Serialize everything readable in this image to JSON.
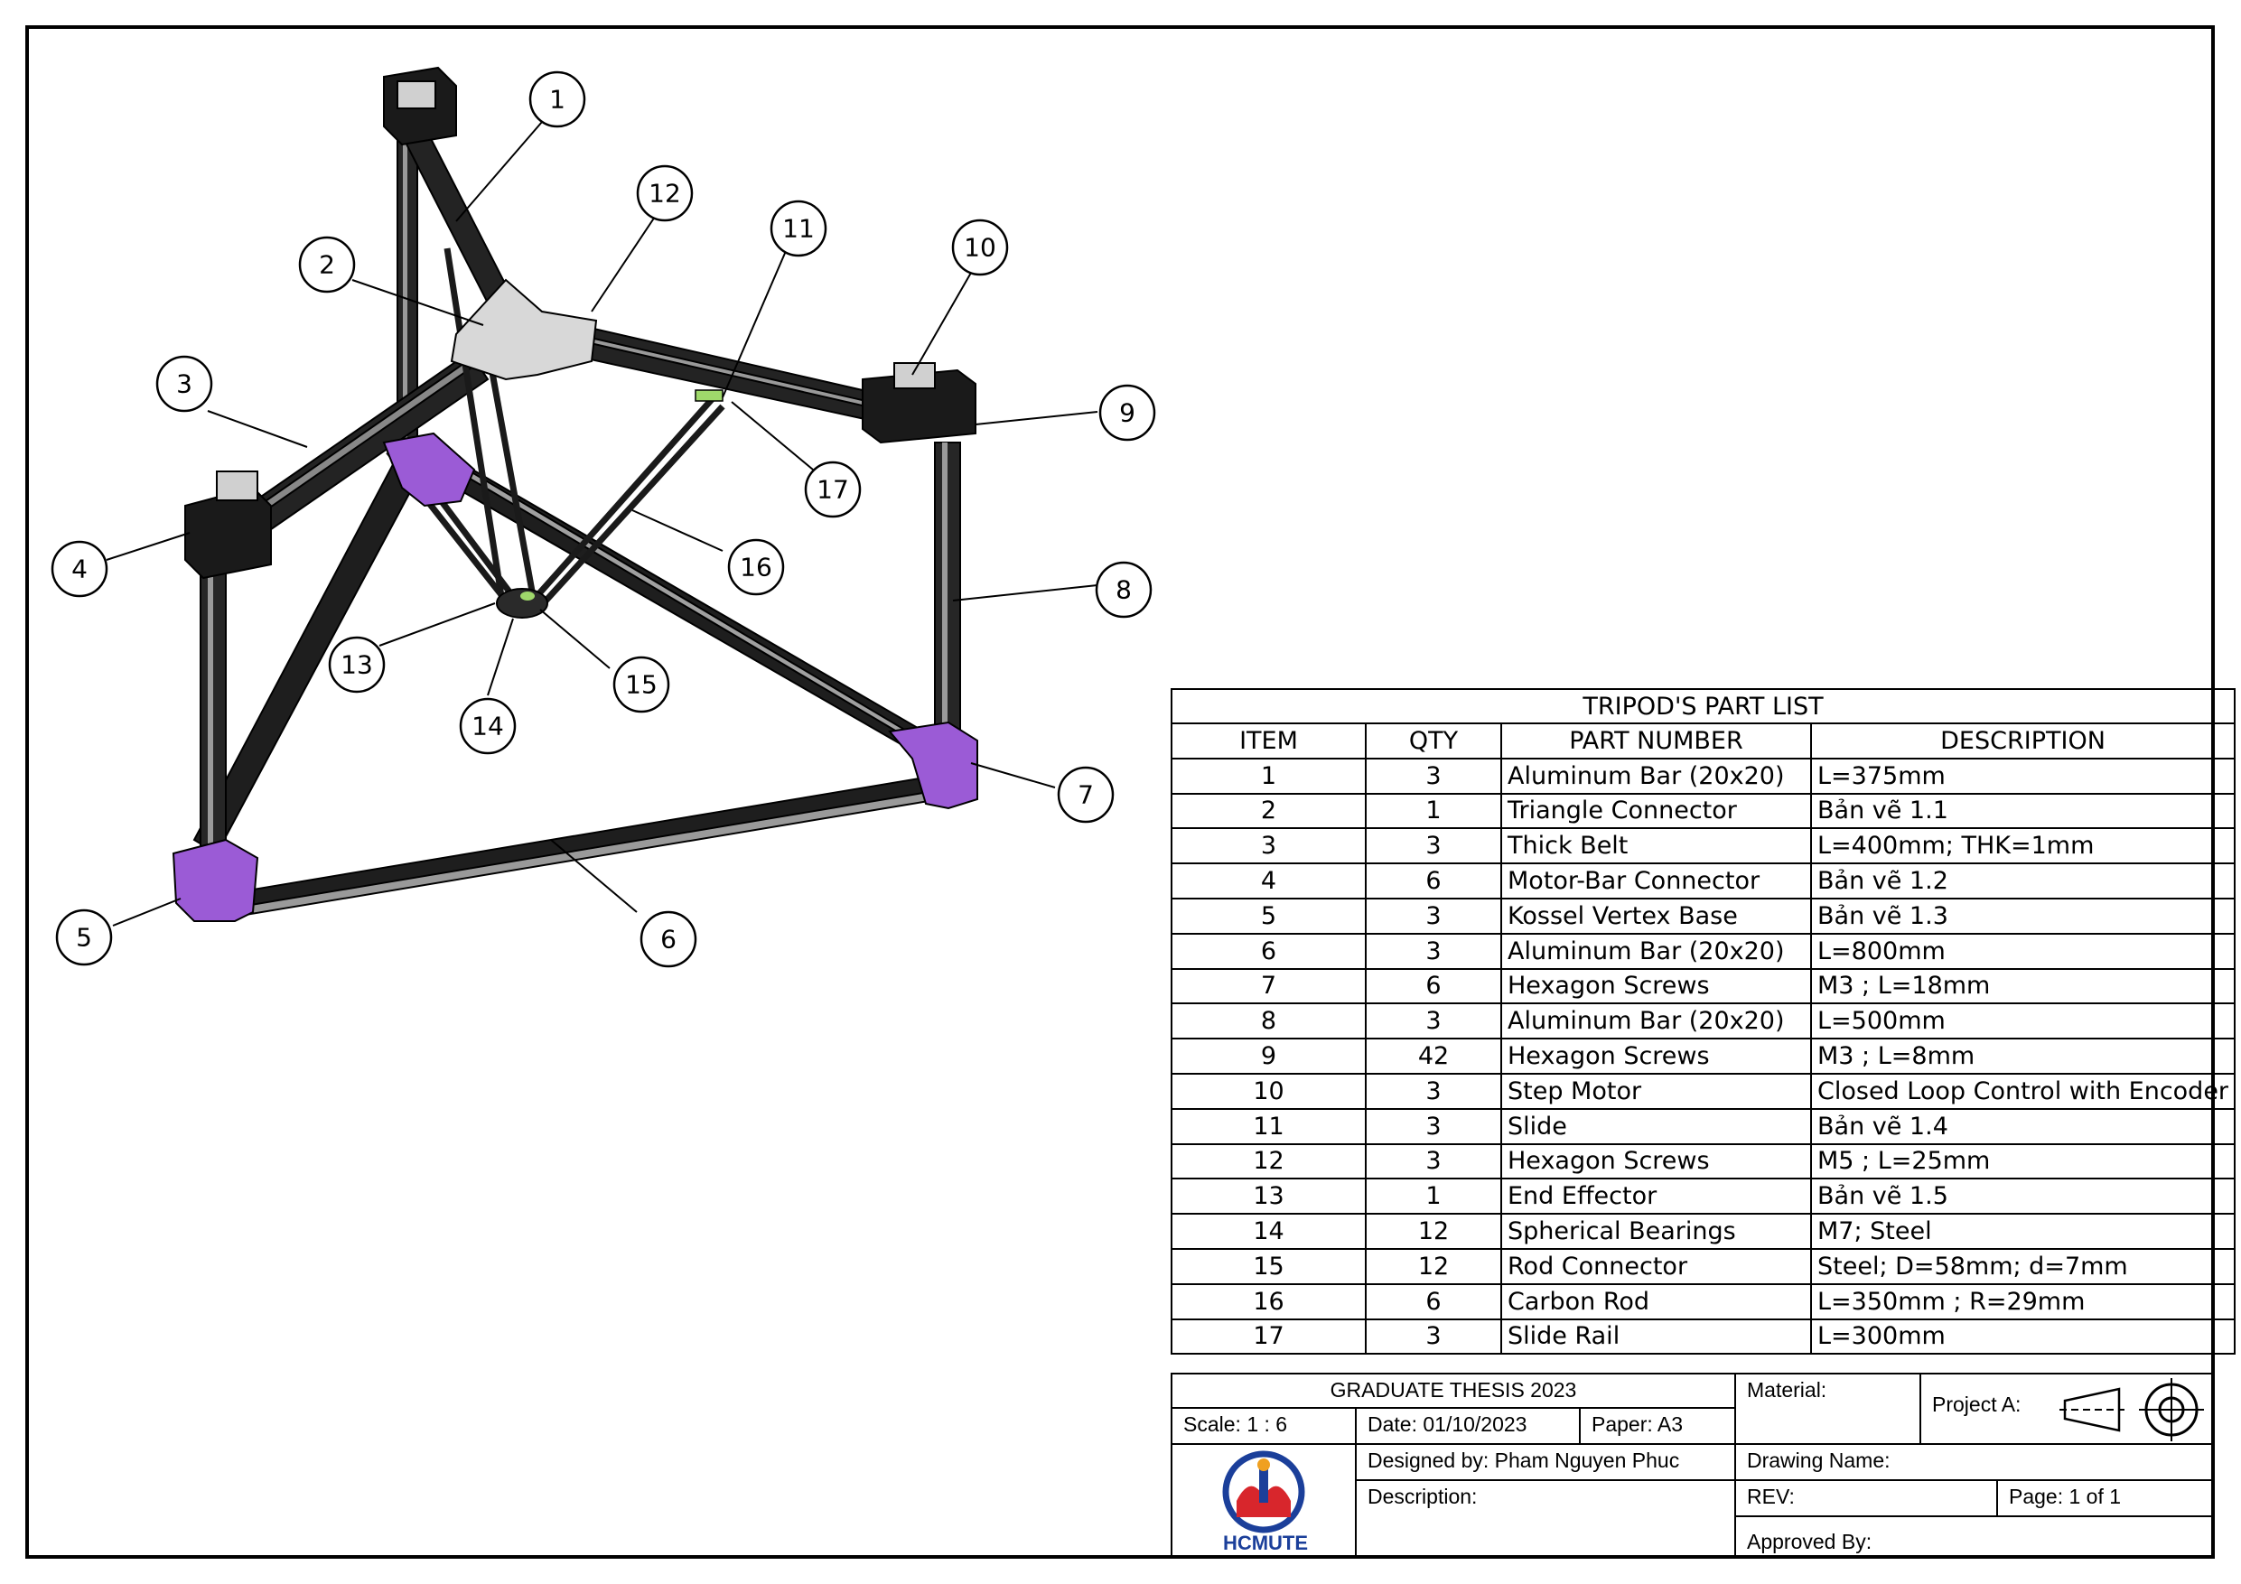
{
  "balloons": [
    "1",
    "2",
    "3",
    "4",
    "5",
    "6",
    "7",
    "8",
    "9",
    "10",
    "11",
    "12",
    "13",
    "14",
    "15",
    "16",
    "17"
  ],
  "parts_list": {
    "title": "TRIPOD'S PART LIST",
    "headers": {
      "item": "ITEM",
      "qty": "QTY",
      "part_number": "PART NUMBER",
      "description": "DESCRIPTION"
    },
    "rows": [
      {
        "item": "1",
        "qty": "3",
        "part": "Aluminum Bar (20x20)",
        "desc": "L=375mm"
      },
      {
        "item": "2",
        "qty": "1",
        "part": "Triangle Connector",
        "desc": "Bản vẽ 1.1"
      },
      {
        "item": "3",
        "qty": "3",
        "part": "Thick Belt",
        "desc": "L=400mm; THK=1mm"
      },
      {
        "item": "4",
        "qty": "6",
        "part": "Motor-Bar Connector",
        "desc": "Bản vẽ 1.2"
      },
      {
        "item": "5",
        "qty": "3",
        "part": "Kossel Vertex Base",
        "desc": "Bản vẽ 1.3"
      },
      {
        "item": "6",
        "qty": "3",
        "part": "Aluminum Bar (20x20)",
        "desc": "L=800mm"
      },
      {
        "item": "7",
        "qty": "6",
        "part": "Hexagon Screws",
        "desc": "M3 ; L=18mm"
      },
      {
        "item": "8",
        "qty": "3",
        "part": "Aluminum Bar (20x20)",
        "desc": "L=500mm"
      },
      {
        "item": "9",
        "qty": "42",
        "part": "Hexagon Screws",
        "desc": "M3 ; L=8mm"
      },
      {
        "item": "10",
        "qty": "3",
        "part": "Step Motor",
        "desc": "Closed Loop Control with Encoder"
      },
      {
        "item": "11",
        "qty": "3",
        "part": "Slide",
        "desc": "Bản vẽ 1.4"
      },
      {
        "item": "12",
        "qty": "3",
        "part": "Hexagon Screws",
        "desc": "M5 ; L=25mm"
      },
      {
        "item": "13",
        "qty": "1",
        "part": "End Effector",
        "desc": "Bản vẽ 1.5"
      },
      {
        "item": "14",
        "qty": "12",
        "part": "Spherical Bearings",
        "desc": "M7; Steel"
      },
      {
        "item": "15",
        "qty": "12",
        "part": "Rod Connector",
        "desc": "Steel; D=58mm; d=7mm"
      },
      {
        "item": "16",
        "qty": "6",
        "part": "Carbon Rod",
        "desc": "L=350mm ; R=29mm"
      },
      {
        "item": "17",
        "qty": "3",
        "part": "Slide Rail",
        "desc": "L=300mm"
      }
    ]
  },
  "title_block": {
    "thesis": "GRADUATE THESIS 2023",
    "scale": "Scale: 1 : 6",
    "date": "Date: 01/10/2023",
    "paper": "Paper: A3",
    "designed_by": "Designed by: Pham Nguyen Phuc",
    "description": "Description:",
    "material": "Material:",
    "project": "Project A:",
    "drawing_name": "Drawing Name:",
    "rev": "REV:",
    "page": "Page: 1 of 1",
    "approved_by": "Approved By:",
    "logo_text": "HCMUTE"
  },
  "colors": {
    "purple": "#9b5bd6",
    "frame_dark": "#2b2b2b",
    "rail_gray": "#8a8a8a",
    "slide_green": "#9fd86b"
  }
}
